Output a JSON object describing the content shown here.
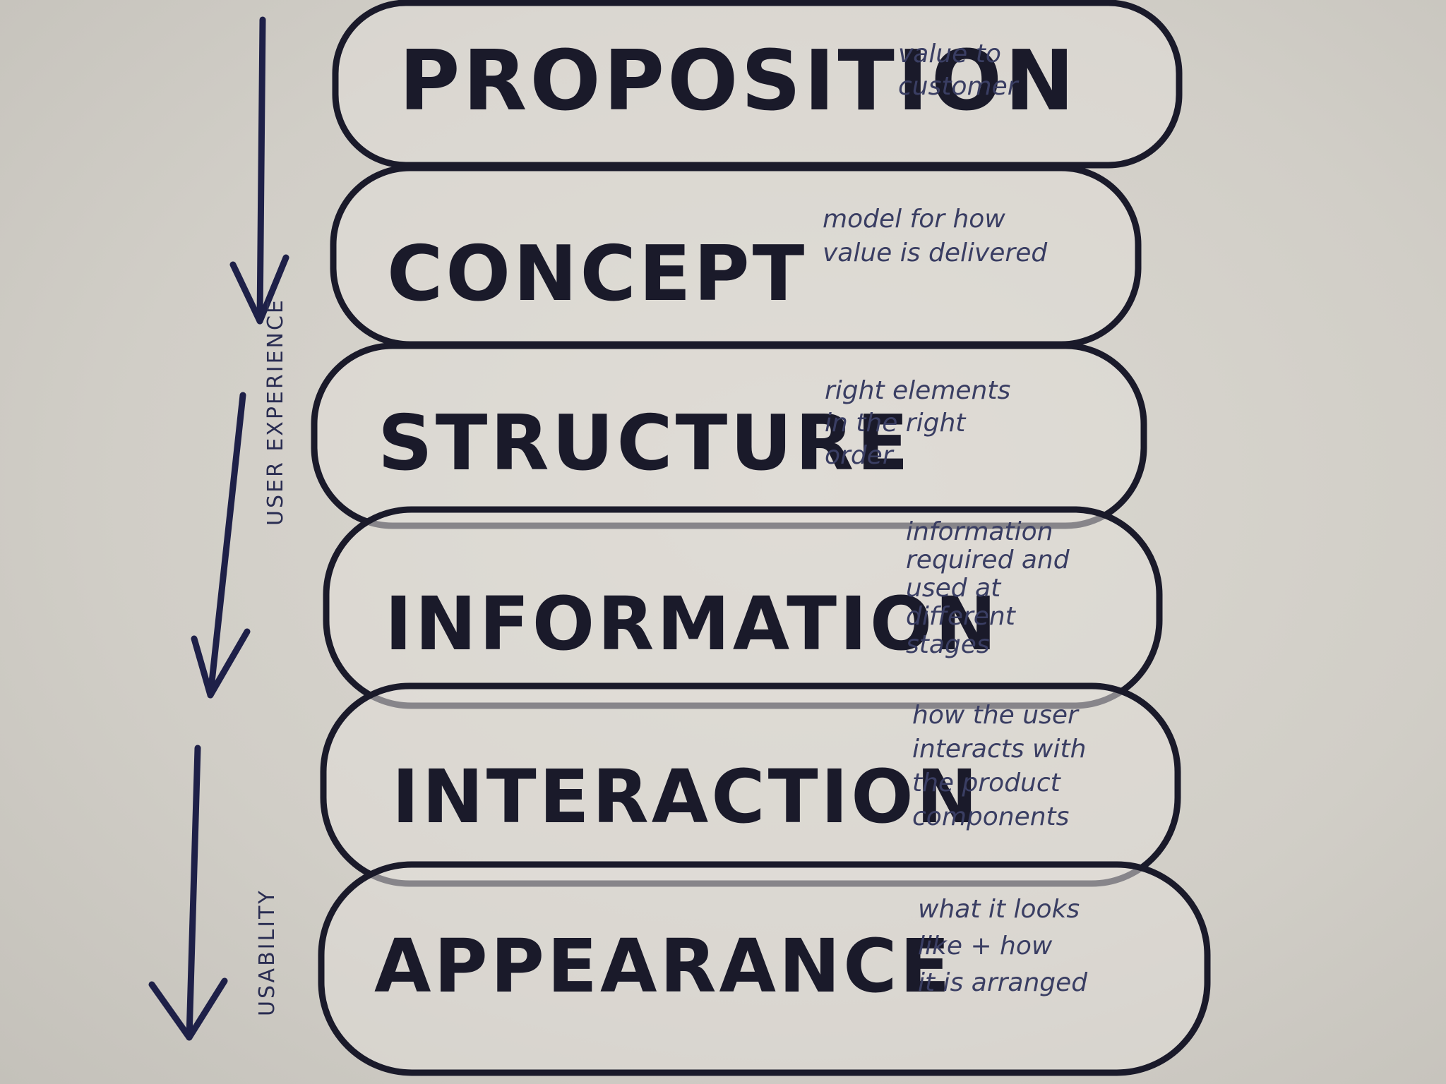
{
  "layers": [
    {
      "title": "PROPOSITION",
      "note": [
        "value to",
        "customer"
      ]
    },
    {
      "title": "CONCEPT",
      "note": [
        "model for how",
        "value is delivered"
      ]
    },
    {
      "title": "STRUCTURE",
      "note": [
        "right elements",
        "in the right",
        "order"
      ]
    },
    {
      "title": "INFORMATION",
      "note": [
        "information",
        "required and",
        "used at",
        "different",
        "stages"
      ]
    },
    {
      "title": "INTERACTION",
      "note": [
        "how the user",
        "interacts with",
        "the product",
        "components"
      ]
    },
    {
      "title": "APPEARANCE",
      "note": [
        "what it looks",
        "like + how",
        "it is arranged"
      ]
    }
  ],
  "side_labels": {
    "user_experience": "USER EXPERIENCE",
    "usability": "USABILITY"
  },
  "colors": {
    "ink": "#1a1a2a",
    "pen": "#3a3e63",
    "paper": "#d6d3cc"
  }
}
